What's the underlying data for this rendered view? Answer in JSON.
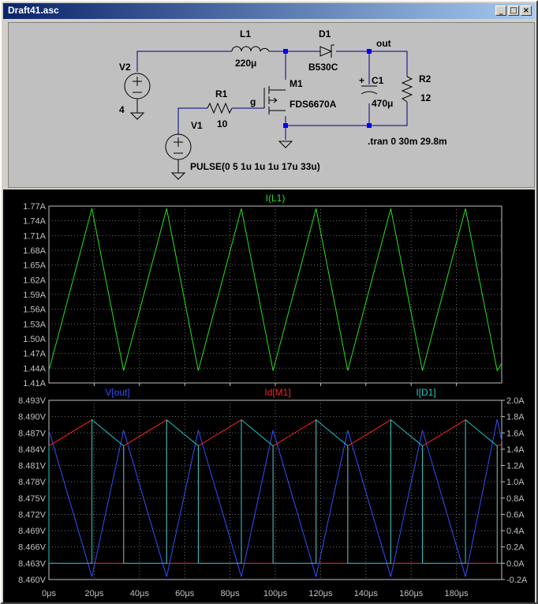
{
  "window": {
    "title": "Draft41.asc",
    "min_glyph": "_",
    "max_glyph": "□",
    "close_glyph": "×"
  },
  "schematic": {
    "V2_name": "V2",
    "V2_value": "4",
    "L1_name": "L1",
    "L1_value": "220μ",
    "D1_name": "D1",
    "D1_value": "B530C",
    "out_label": "out",
    "C1_name": "C1",
    "C1_value": "470μ",
    "R2_name": "R2",
    "R2_value": "12",
    "M1_name": "M1",
    "M1_value": "FDS6670A",
    "R1_name": "R1",
    "R1_value": "10",
    "g_label": "g",
    "V1_name": "V1",
    "V1_value": "PULSE(0 5 1u 1u 1u 17u 33u)",
    "directive": ".tran 0 30m 29.8m",
    "cap_plus": "+"
  },
  "colors": {
    "green": "#22e022",
    "blue": "#3050ff",
    "red": "#ff2020",
    "cyan": "#20c8c8",
    "grid": "#707070",
    "axis": "#c0c0c0"
  },
  "chart_data": [
    {
      "type": "line",
      "title": "I(L1)",
      "ylim": [
        1.41,
        1.77
      ],
      "xlim": [
        0,
        200
      ],
      "yticks": [
        "1.77A",
        "1.74A",
        "1.71A",
        "1.68A",
        "1.65A",
        "1.62A",
        "1.59A",
        "1.56A",
        "1.53A",
        "1.50A",
        "1.47A",
        "1.44A",
        "1.41A"
      ],
      "series": [
        {
          "name": "I(L1)",
          "color": "#22e022",
          "x": [
            0,
            19,
            33,
            52,
            66,
            85,
            99,
            118,
            132,
            151,
            165,
            184,
            198,
            200
          ],
          "y": [
            1.435,
            1.765,
            1.435,
            1.765,
            1.435,
            1.765,
            1.435,
            1.765,
            1.435,
            1.765,
            1.435,
            1.765,
            1.435,
            1.45
          ]
        }
      ]
    },
    {
      "type": "line",
      "title": "",
      "xlim": [
        0,
        200
      ],
      "ylim_left": [
        8.46,
        8.493
      ],
      "ylim_right": [
        -0.2,
        2.0
      ],
      "yticks_left": [
        "8.493V",
        "8.490V",
        "8.487V",
        "8.484V",
        "8.481V",
        "8.478V",
        "8.475V",
        "8.472V",
        "8.469V",
        "8.466V",
        "8.463V",
        "8.460V"
      ],
      "yticks_right": [
        "2.0A",
        "1.8A",
        "1.6A",
        "1.4A",
        "1.2A",
        "1.0A",
        "0.8A",
        "0.6A",
        "0.4A",
        "0.2A",
        "0.0A",
        "-0.2A"
      ],
      "xticks": [
        "0μs",
        "20μs",
        "40μs",
        "60μs",
        "80μs",
        "100μs",
        "120μs",
        "140μs",
        "160μs",
        "180μs"
      ],
      "series": [
        {
          "name": "V[out]",
          "color": "#3050ff",
          "axis": "left",
          "x": [
            0,
            19,
            33,
            52,
            66,
            85,
            99,
            118,
            132,
            151,
            165,
            184,
            198,
            200
          ],
          "y": [
            8.4875,
            8.4605,
            8.4875,
            8.4605,
            8.4875,
            8.4605,
            8.4875,
            8.4605,
            8.4875,
            8.4605,
            8.4875,
            8.4605,
            8.4895,
            8.4855
          ]
        },
        {
          "name": "Id[M1]",
          "color": "#ff2020",
          "axis": "right",
          "x": [
            0,
            0,
            19,
            19,
            33,
            33,
            52,
            52,
            66,
            66,
            85,
            85,
            99,
            99,
            118,
            118,
            132,
            132,
            151,
            151,
            165,
            165,
            184,
            184,
            198,
            198,
            200
          ],
          "y": [
            0,
            1.44,
            1.76,
            0,
            0,
            1.44,
            1.76,
            0,
            0,
            1.44,
            1.76,
            0,
            0,
            1.44,
            1.76,
            0,
            0,
            1.44,
            1.76,
            0,
            0,
            1.44,
            1.76,
            0,
            0,
            1.44,
            1.46
          ]
        },
        {
          "name": "I[D1]",
          "color": "#20c8c8",
          "axis": "right",
          "x": [
            0,
            0,
            19,
            19,
            33,
            33,
            52,
            52,
            66,
            66,
            85,
            85,
            99,
            99,
            118,
            118,
            132,
            132,
            151,
            151,
            165,
            165,
            184,
            184,
            198,
            198,
            200
          ],
          "y": [
            1.44,
            0,
            0,
            1.76,
            1.44,
            0,
            0,
            1.76,
            1.44,
            0,
            0,
            1.76,
            1.44,
            0,
            0,
            1.76,
            1.44,
            0,
            0,
            1.76,
            1.44,
            0,
            0,
            1.76,
            1.44,
            0,
            0
          ]
        }
      ]
    }
  ]
}
